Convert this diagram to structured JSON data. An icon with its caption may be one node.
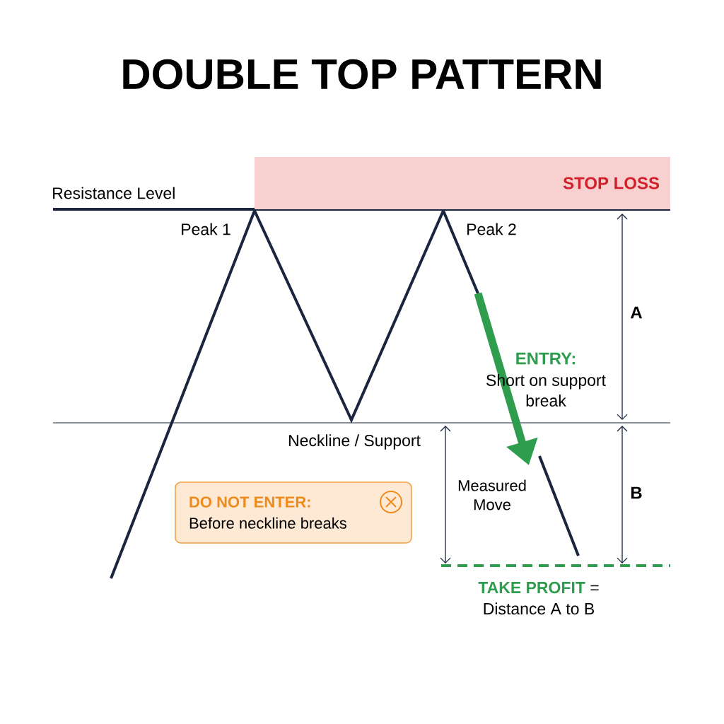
{
  "diagram": {
    "title": "DOUBLE TOP PATTERN",
    "nodes": [
      {
        "text": [
          "STOP LOSS"
        ]
      },
      {
        "text": [
          "DO NOT ENTER:",
          "Before neckline breaks"
        ]
      }
    ],
    "labels": [
      "Resistance Level",
      "Peak 1",
      "Peak 2",
      "A",
      "ENTRY:",
      "Short on support break",
      "Neckline / Support",
      "Measured Move",
      "B",
      "TAKE PROFIT",
      "= Distance A to B"
    ]
  }
}
